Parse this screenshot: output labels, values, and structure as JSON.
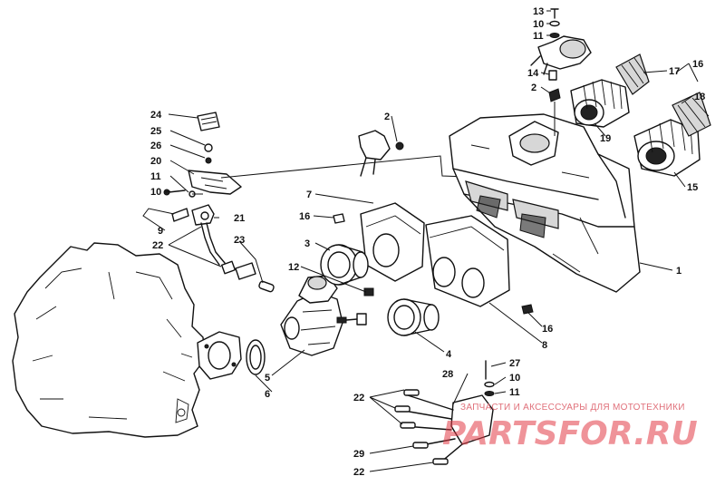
{
  "callouts": [
    {
      "id": "c13",
      "label": "13"
    },
    {
      "id": "c10a",
      "label": "10"
    },
    {
      "id": "c11a",
      "label": "11"
    },
    {
      "id": "c14",
      "label": "14"
    },
    {
      "id": "c2a",
      "label": "2"
    },
    {
      "id": "c16a",
      "label": "16"
    },
    {
      "id": "c17",
      "label": "17"
    },
    {
      "id": "c18",
      "label": "18"
    },
    {
      "id": "c19",
      "label": "19"
    },
    {
      "id": "c15",
      "label": "15"
    },
    {
      "id": "c1",
      "label": "1"
    },
    {
      "id": "c24",
      "label": "24"
    },
    {
      "id": "c25",
      "label": "25"
    },
    {
      "id": "c26",
      "label": "26"
    },
    {
      "id": "c20",
      "label": "20"
    },
    {
      "id": "c11b",
      "label": "11"
    },
    {
      "id": "c10b",
      "label": "10"
    },
    {
      "id": "c2b",
      "label": "2"
    },
    {
      "id": "c7",
      "label": "7"
    },
    {
      "id": "c16b",
      "label": "16"
    },
    {
      "id": "c9",
      "label": "9"
    },
    {
      "id": "c21",
      "label": "21"
    },
    {
      "id": "c22a",
      "label": "22"
    },
    {
      "id": "c23",
      "label": "23"
    },
    {
      "id": "c3",
      "label": "3"
    },
    {
      "id": "c12",
      "label": "12"
    },
    {
      "id": "c16c",
      "label": "16"
    },
    {
      "id": "c8",
      "label": "8"
    },
    {
      "id": "c4",
      "label": "4"
    },
    {
      "id": "c5",
      "label": "5"
    },
    {
      "id": "c6",
      "label": "6"
    },
    {
      "id": "c27",
      "label": "27"
    },
    {
      "id": "c28",
      "label": "28"
    },
    {
      "id": "c10c",
      "label": "10"
    },
    {
      "id": "c11c",
      "label": "11"
    },
    {
      "id": "c22b",
      "label": "22"
    },
    {
      "id": "c29",
      "label": "29"
    },
    {
      "id": "c22c",
      "label": "22"
    }
  ],
  "watermark": {
    "tagline": "ЗАПЧАСТИ И АКСЕССУАРЫ ДЛЯ МОТОТЕХНИКИ",
    "logo": "PARTSFOR.RU"
  }
}
